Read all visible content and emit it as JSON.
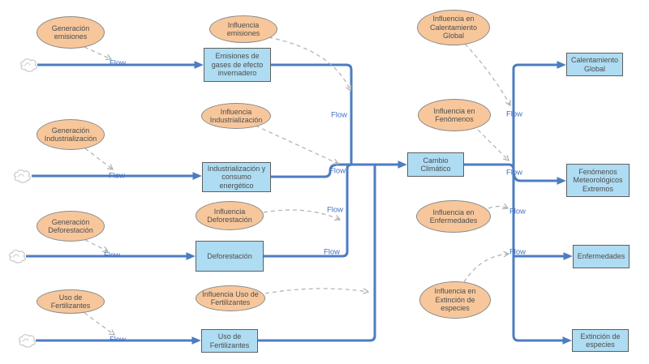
{
  "flow_label": "Flow",
  "colors": {
    "stock_fill": "#AEDCF2",
    "stock_border": "#5F5F5F",
    "variable_fill": "#F7C79B",
    "variable_border": "#8A8A8A",
    "flow_line": "#4D7CC1",
    "flow_text": "#4472C4",
    "link_line": "#B0B0B0",
    "text_color": "#4D4D4D",
    "cloud_line": "#C9C9C9"
  },
  "stocks": {
    "emisiones": {
      "label": "Emisiones de gases de efecto invernadero"
    },
    "industrializacion": {
      "label": "Industrialización y consumo energético"
    },
    "deforestacion": {
      "label": "Deforestación"
    },
    "uso_fertilizantes": {
      "label": "Uso de Fertilizantes"
    },
    "cambio_climatico": {
      "label": "Cambio Climático"
    },
    "calentamiento_global": {
      "label": "Calentamiento Global"
    },
    "fenomenos_meteorologicos": {
      "label": "Fenómenos Meteorológicos Extremos"
    },
    "enfermedades": {
      "label": "Enfermedades"
    },
    "extincion_especies": {
      "label": "Extinción de especies"
    }
  },
  "variables": {
    "generacion_emisiones": {
      "label": "Generación emisiones"
    },
    "influencia_emisiones": {
      "label": "Influencia emisiones"
    },
    "influencia_calentamiento": {
      "label": "Influencia en Calentamiento Global"
    },
    "generacion_industrializacion": {
      "label": "Generación Industrialización"
    },
    "influencia_industrializacion": {
      "label": "Influencia Industrialización"
    },
    "influencia_fenomenos": {
      "label": "Influencia en Fenómenos"
    },
    "generacion_deforestacion": {
      "label": "Generación Deforestación"
    },
    "influencia_deforestacion": {
      "label": "Influencia Deforestación"
    },
    "influencia_enfermedades": {
      "label": "Influencia en Enfermedades"
    },
    "uso_de_fertilizantes": {
      "label": "Uso de Fertilizantes"
    },
    "influencia_uso_fertilizantes": {
      "label": "Influencia Uso de Fertilizantes"
    },
    "influencia_extincion": {
      "label": "Influencia en Extinción de especies"
    }
  }
}
